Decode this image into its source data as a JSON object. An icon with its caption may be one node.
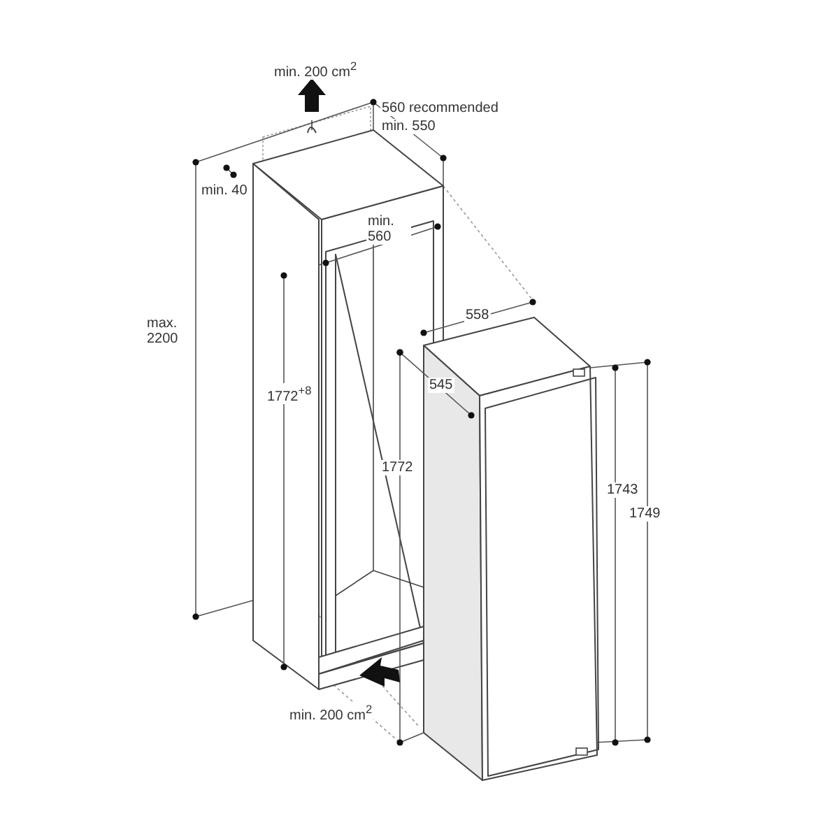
{
  "diagram": {
    "labels": [
      "min. 200 cm$^{2}$",
      "560 recommended",
      "min. 550",
      "min. 40",
      "max. 2200",
      "min. 560",
      "558",
      "545",
      "1772$^{+8}$",
      "1772",
      "1743",
      "1749",
      "min. 200 cm$^{2}$"
    ]
  }
}
